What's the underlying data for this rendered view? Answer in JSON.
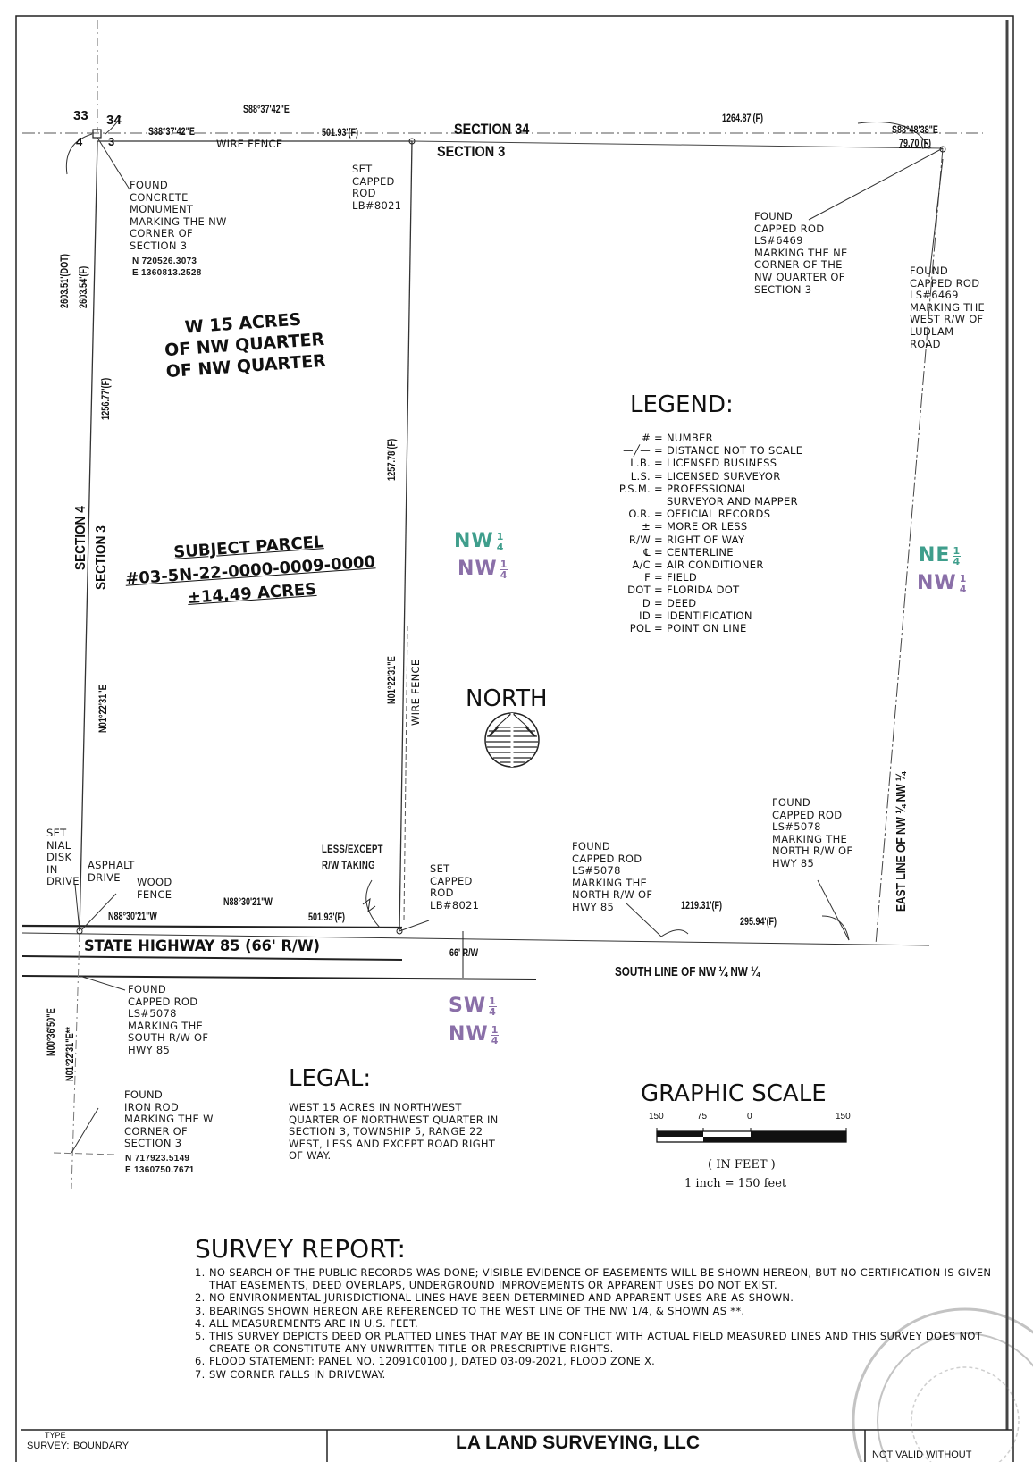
{
  "plat": {
    "section_corner_numbers": [
      "33",
      "34",
      "4",
      "3"
    ],
    "top_line": {
      "bearing_deed": "S88°37'42\"E",
      "bearing_field": "S88°37'42\"E",
      "wire_fence": "WIRE FENCE",
      "dist_west": "501.93'(F)",
      "dist_east": "1264.87'(F)",
      "bearing_ne": "S88°48'38\"E",
      "dist_ne": "79.70'(F)"
    },
    "section_label_top": "SECTION 34",
    "section_label_bottom": "SECTION 3",
    "section4_label": "SECTION 4",
    "section3_label": "SECTION 3",
    "west_dims": {
      "dot": "2603.51'(DOT)",
      "field": "2603.54'(F)",
      "upper": "1256.77'(F)",
      "bearing": "N01°22'31\"E",
      "south_bearing": "N00°36'50\"E",
      "south_bearing2": "N01°22'31\"E**"
    },
    "east_parcel_dims": {
      "dist": "1257.78'(F)",
      "bearing": "N01°22'31\"E",
      "wire_fence": "WIRE FENCE"
    },
    "notes": {
      "nw_monument": [
        "FOUND",
        "CONCRETE",
        "MONUMENT",
        "MARKING THE NW",
        "CORNER OF",
        "SECTION 3"
      ],
      "nw_coords": [
        "N 720526.3073",
        "E 1360813.2528"
      ],
      "set_rod_top": [
        "SET",
        "CAPPED",
        "ROD",
        "LB#8021"
      ],
      "ne_rod": [
        "FOUND",
        "CAPPED ROD",
        "LS#6469",
        "MARKING THE NE",
        "CORNER OF THE",
        "NW QUARTER OF",
        "SECTION 3"
      ],
      "ludlam_rod": [
        "FOUND",
        "CAPPED ROD",
        "LS#6469",
        "MARKING THE",
        "WEST R/W OF",
        "LUDLAM",
        "ROAD"
      ],
      "nial_disk": [
        "SET",
        "NIAL",
        "DISK",
        "IN",
        "DRIVE"
      ],
      "asphalt": [
        "ASPHALT",
        "DRIVE"
      ],
      "wood_fence": [
        "WOOD",
        "FENCE"
      ],
      "less_except": [
        "LESS/EXCEPT",
        "R/W TAKING"
      ],
      "set_rod_bottom": [
        "SET",
        "CAPPED",
        "ROD",
        "LB#8021"
      ],
      "found_hwy_mid": [
        "FOUND",
        "CAPPED ROD",
        "LS#5078",
        "MARKING THE",
        "NORTH R/W OF",
        "HWY 85"
      ],
      "found_hwy_east": [
        "FOUND",
        "CAPPED ROD",
        "LS#5078",
        "MARKING THE",
        "NORTH R/W OF",
        "HWY 85"
      ],
      "found_south": [
        "FOUND",
        "CAPPED ROD",
        "LS#5078",
        "MARKING THE",
        "SOUTH R/W OF",
        "HWY 85"
      ],
      "found_iron": [
        "FOUND",
        "IRON ROD",
        "MARKING THE W",
        "CORNER OF",
        "SECTION 3"
      ],
      "sw_coords": [
        "N 717923.5149",
        "E 1360750.7671"
      ]
    },
    "south_dims": {
      "bearing_west": "N88°30'21\"W",
      "bearing_mid": "N88°30'21\"W",
      "dist": "501.93'(F)",
      "dist_mid": "1219.31'(F)",
      "dist_east": "295.94'(F)",
      "row_width": "66' R/W"
    },
    "highway": "STATE HIGHWAY 85 (66' R/W)",
    "south_line_label": "SOUTH LINE OF NW ¼ NW ¼",
    "east_line_label": "EAST LINE OF NW ¼ NW ¼",
    "parcel_title": [
      "W 15 ACRES",
      "OF NW QUARTER",
      "OF NW QUARTER"
    ],
    "subject": {
      "title": "SUBJECT PARCEL",
      "number": "#03-5N-22-0000-0009-0000",
      "acres": "±14.49 ACRES"
    },
    "quarters": [
      {
        "name": "NW",
        "num": "1",
        "den": "4",
        "color": "#3f9e8c"
      },
      {
        "name": "NW",
        "num": "1",
        "den": "4",
        "color": "#8a6fa8"
      },
      {
        "name": "NE",
        "num": "1",
        "den": "4",
        "color": "#3f9e8c"
      },
      {
        "name": "NW",
        "num": "1",
        "den": "4",
        "color": "#8a6fa8"
      },
      {
        "name": "SW",
        "num": "1",
        "den": "4",
        "color": "#8a6fa8"
      },
      {
        "name": "NW",
        "num": "1",
        "den": "4",
        "color": "#8a6fa8"
      }
    ],
    "north_label": "NORTH"
  },
  "legend": {
    "title": "LEGEND:",
    "items": [
      {
        "sym": "#",
        "desc": "NUMBER"
      },
      {
        "sym": "—╱—",
        "desc": "DISTANCE NOT TO SCALE"
      },
      {
        "sym": "L.B.",
        "desc": "LICENSED BUSINESS"
      },
      {
        "sym": "L.S.",
        "desc": "LICENSED SURVEYOR"
      },
      {
        "sym": "P.S.M.",
        "desc": "PROFESSIONAL"
      },
      {
        "sym": "",
        "desc": "SURVEYOR AND MAPPER"
      },
      {
        "sym": "O.R.",
        "desc": "OFFICIAL RECORDS"
      },
      {
        "sym": "±",
        "desc": "MORE OR LESS"
      },
      {
        "sym": "R/W",
        "desc": "RIGHT OF WAY"
      },
      {
        "sym": "℄",
        "desc": "CENTERLINE"
      },
      {
        "sym": "A/C",
        "desc": "AIR CONDITIONER"
      },
      {
        "sym": "F",
        "desc": "FIELD"
      },
      {
        "sym": "DOT",
        "desc": "FLORIDA DOT"
      },
      {
        "sym": "D",
        "desc": "DEED"
      },
      {
        "sym": "ID",
        "desc": "IDENTIFICATION"
      },
      {
        "sym": "POL",
        "desc": "POINT ON LINE"
      }
    ]
  },
  "legal": {
    "title": "LEGAL:",
    "lines": [
      "WEST 15 ACRES IN NORTHWEST",
      "QUARTER OF NORTHWEST QUARTER IN",
      "SECTION 3, TOWNSHIP 5, RANGE 22",
      "WEST, LESS AND EXCEPT ROAD RIGHT",
      "OF WAY."
    ]
  },
  "scale": {
    "title": "GRAPHIC SCALE",
    "ticks": [
      "150",
      "75",
      "0",
      "150"
    ],
    "units": "( IN FEET )",
    "ratio": "1 inch = 150 feet"
  },
  "report": {
    "title": "SURVEY REPORT:",
    "items": [
      {
        "n": "1.",
        "text": "NO SEARCH OF THE PUBLIC RECORDS WAS DONE; VISIBLE EVIDENCE OF EASEMENTS WILL BE SHOWN HEREON, BUT NO CERTIFICATION IS GIVEN THAT EASEMENTS, DEED OVERLAPS, UNDERGROUND IMPROVEMENTS OR APPARENT USES DO NOT EXIST."
      },
      {
        "n": "2.",
        "text": "NO ENVIRONMENTAL JURISDICTIONAL LINES HAVE BEEN DETERMINED AND APPARENT USES ARE AS SHOWN."
      },
      {
        "n": "3.",
        "text": "BEARINGS SHOWN HEREON ARE REFERENCED TO THE WEST LINE OF THE NW 1/4, & SHOWN AS **."
      },
      {
        "n": "4.",
        "text": "ALL MEASUREMENTS ARE IN U.S. FEET."
      },
      {
        "n": "5.",
        "text": "THIS SURVEY DEPICTS DEED OR PLATTED LINES THAT MAY BE IN CONFLICT WITH ACTUAL FIELD MEASURED LINES AND THIS SURVEY DOES NOT CREATE OR CONSTITUTE ANY UNWRITTEN TITLE OR PRESCRIPTIVE RIGHTS."
      },
      {
        "n": "6.",
        "text": "FLOOD STATEMENT: PANEL NO. 12091C0100 J, DATED 03-09-2021, FLOOD ZONE X."
      },
      {
        "n": "7.",
        "text": "SW CORNER FALLS IN DRIVEWAY."
      }
    ]
  },
  "titleblock": {
    "type_label": "TYPE",
    "survey_label": "SURVEY:",
    "survey_value": "BOUNDARY",
    "company": "LA LAND SURVEYING, LLC",
    "not_valid": "NOT VALID WITHOUT"
  }
}
